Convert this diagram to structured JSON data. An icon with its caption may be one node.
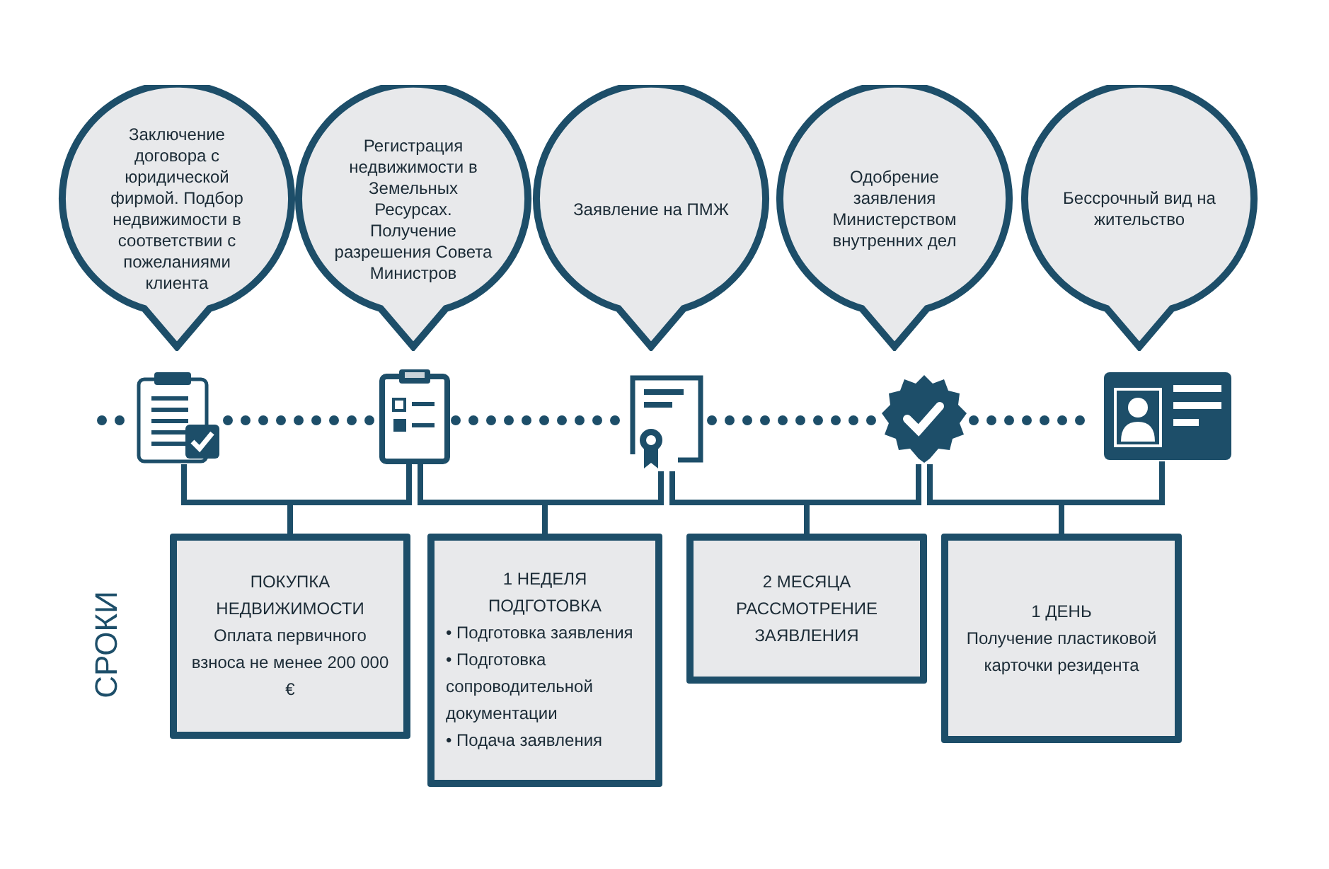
{
  "diagram": {
    "nodes": [
      {
        "text": [
          "Заключение договора с юридической фирмой. Подбор недвижимости в соответствии с пожеланиями клиента"
        ]
      },
      {
        "text": [
          "Регистрация недвижимости в Земельных Ресурсах. Получение разрешения Совета Министров"
        ]
      },
      {
        "text": [
          "Заявление на ПМЖ"
        ]
      },
      {
        "text": [
          "Одобрение заявления Министерством внутренних дел"
        ]
      },
      {
        "text": [
          "Бессрочный вид на жительство"
        ]
      },
      {
        "text": [],
        "shape": "picture"
      },
      {
        "text": [],
        "shape": "picture"
      },
      {
        "text": [],
        "shape": "picture"
      },
      {
        "text": [],
        "shape": "picture"
      },
      {
        "text": [],
        "shape": "picture"
      },
      {
        "text": [
          "ПОКУПКА НЕДВИЖИМОСТИ",
          "Оплата первичного взноса не менее 200 000 €"
        ]
      },
      {
        "text": [
          "1 НЕДЕЛЯ ПОДГОТОВКА",
          "• Подготовка заявления",
          "• Подготовка сопроводительной документации",
          "• Подача заявления"
        ]
      },
      {
        "text": [
          "2 МЕСЯЦА РАССМОТРЕНИЕ ЗАЯВЛЕНИЯ"
        ]
      },
      {
        "text": [
          "1 ДЕНЬ",
          "Получение пластиковой карточки резидента"
        ]
      }
    ],
    "edges": [
      {
        "from": null,
        "to": 5,
        "arrow": "none",
        "style": "dashed"
      },
      {
        "from": 5,
        "to": 6,
        "arrow": "none",
        "style": "dashed"
      },
      {
        "from": 6,
        "to": 7,
        "arrow": "none",
        "style": "dashed"
      },
      {
        "from": 7,
        "to": 8,
        "arrow": "none",
        "style": "dashed"
      },
      {
        "from": 8,
        "to": 9,
        "arrow": "none",
        "style": "dashed"
      },
      {
        "from": 5,
        "to": 10,
        "arrow": "none"
      },
      {
        "from": 6,
        "to": 10,
        "arrow": "none"
      },
      {
        "from": 6,
        "to": 11,
        "arrow": "none"
      },
      {
        "from": 7,
        "to": 11,
        "arrow": "none"
      },
      {
        "from": 7,
        "to": 12,
        "arrow": "none"
      },
      {
        "from": 8,
        "to": 12,
        "arrow": "none"
      },
      {
        "from": 8,
        "to": 13,
        "arrow": "none"
      },
      {
        "from": 9,
        "to": 13,
        "arrow": "none"
      }
    ],
    "labels": [
      "СРОКИ"
    ]
  }
}
